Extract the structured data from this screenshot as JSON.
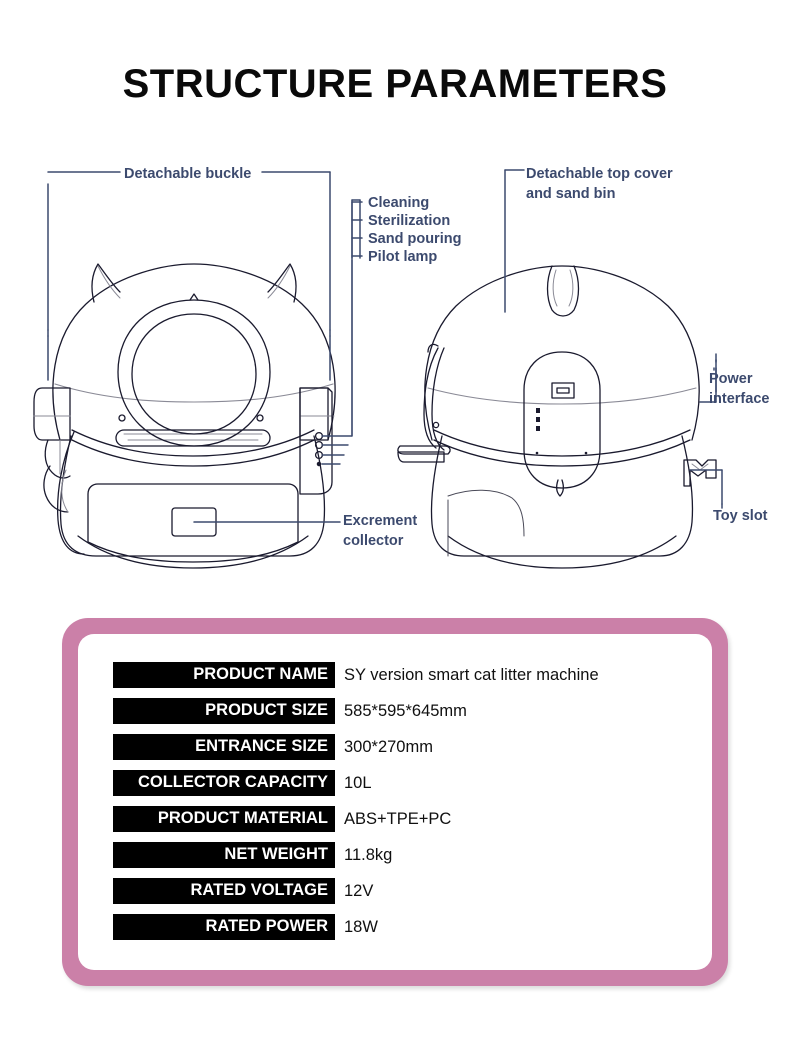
{
  "header": {
    "title": "STRUCTURE PARAMETERS"
  },
  "colors": {
    "label_navy": "#3c4a6e",
    "frame_pink": "#cb80a8",
    "key_bar": "#000000",
    "key_text": "#ffffff",
    "line_stroke": "#1a1a2e",
    "title": "#0a0a0a"
  },
  "diagram": {
    "views": [
      {
        "name": "front-view",
        "caption": ""
      },
      {
        "name": "rear-view",
        "caption": ""
      }
    ],
    "callouts": [
      {
        "id": "detachable-buckle",
        "text": "Detachable buckle",
        "target": "front-view-side-buckles"
      },
      {
        "id": "cleaning",
        "text": "Cleaning",
        "target": "front-view-button-1"
      },
      {
        "id": "sterilization",
        "text": "Sterilization",
        "target": "front-view-button-2"
      },
      {
        "id": "sand-pouring",
        "text": "Sand pouring",
        "target": "front-view-button-3"
      },
      {
        "id": "pilot-lamp",
        "text": "Pilot lamp",
        "target": "front-view-lamp-dot"
      },
      {
        "id": "detachable-top-cover",
        "text": "Detachable top cover\nand sand bin",
        "target": "rear-view-top-cover"
      },
      {
        "id": "power-interface",
        "text": "Power\ninterface",
        "target": "rear-view-power-port"
      },
      {
        "id": "toy-slot",
        "text": "Toy slot",
        "target": "rear-view-toy-hook"
      },
      {
        "id": "excrement-collector",
        "text": "Excrement\ncollector",
        "target": "front-view-drawer"
      }
    ]
  },
  "parameters": {
    "rows": [
      {
        "key": "PRODUCT NAME",
        "value": "SY version smart cat litter machine"
      },
      {
        "key": "PRODUCT SIZE",
        "value": "585*595*645mm"
      },
      {
        "key": "ENTRANCE SIZE",
        "value": "300*270mm"
      },
      {
        "key": "COLLECTOR CAPACITY",
        "value": "10L"
      },
      {
        "key": "PRODUCT MATERIAL",
        "value": "ABS+TPE+PC"
      },
      {
        "key": "NET WEIGHT",
        "value": "11.8kg"
      },
      {
        "key": "RATED VOLTAGE",
        "value": "12V"
      },
      {
        "key": "RATED POWER",
        "value": "18W"
      }
    ]
  }
}
